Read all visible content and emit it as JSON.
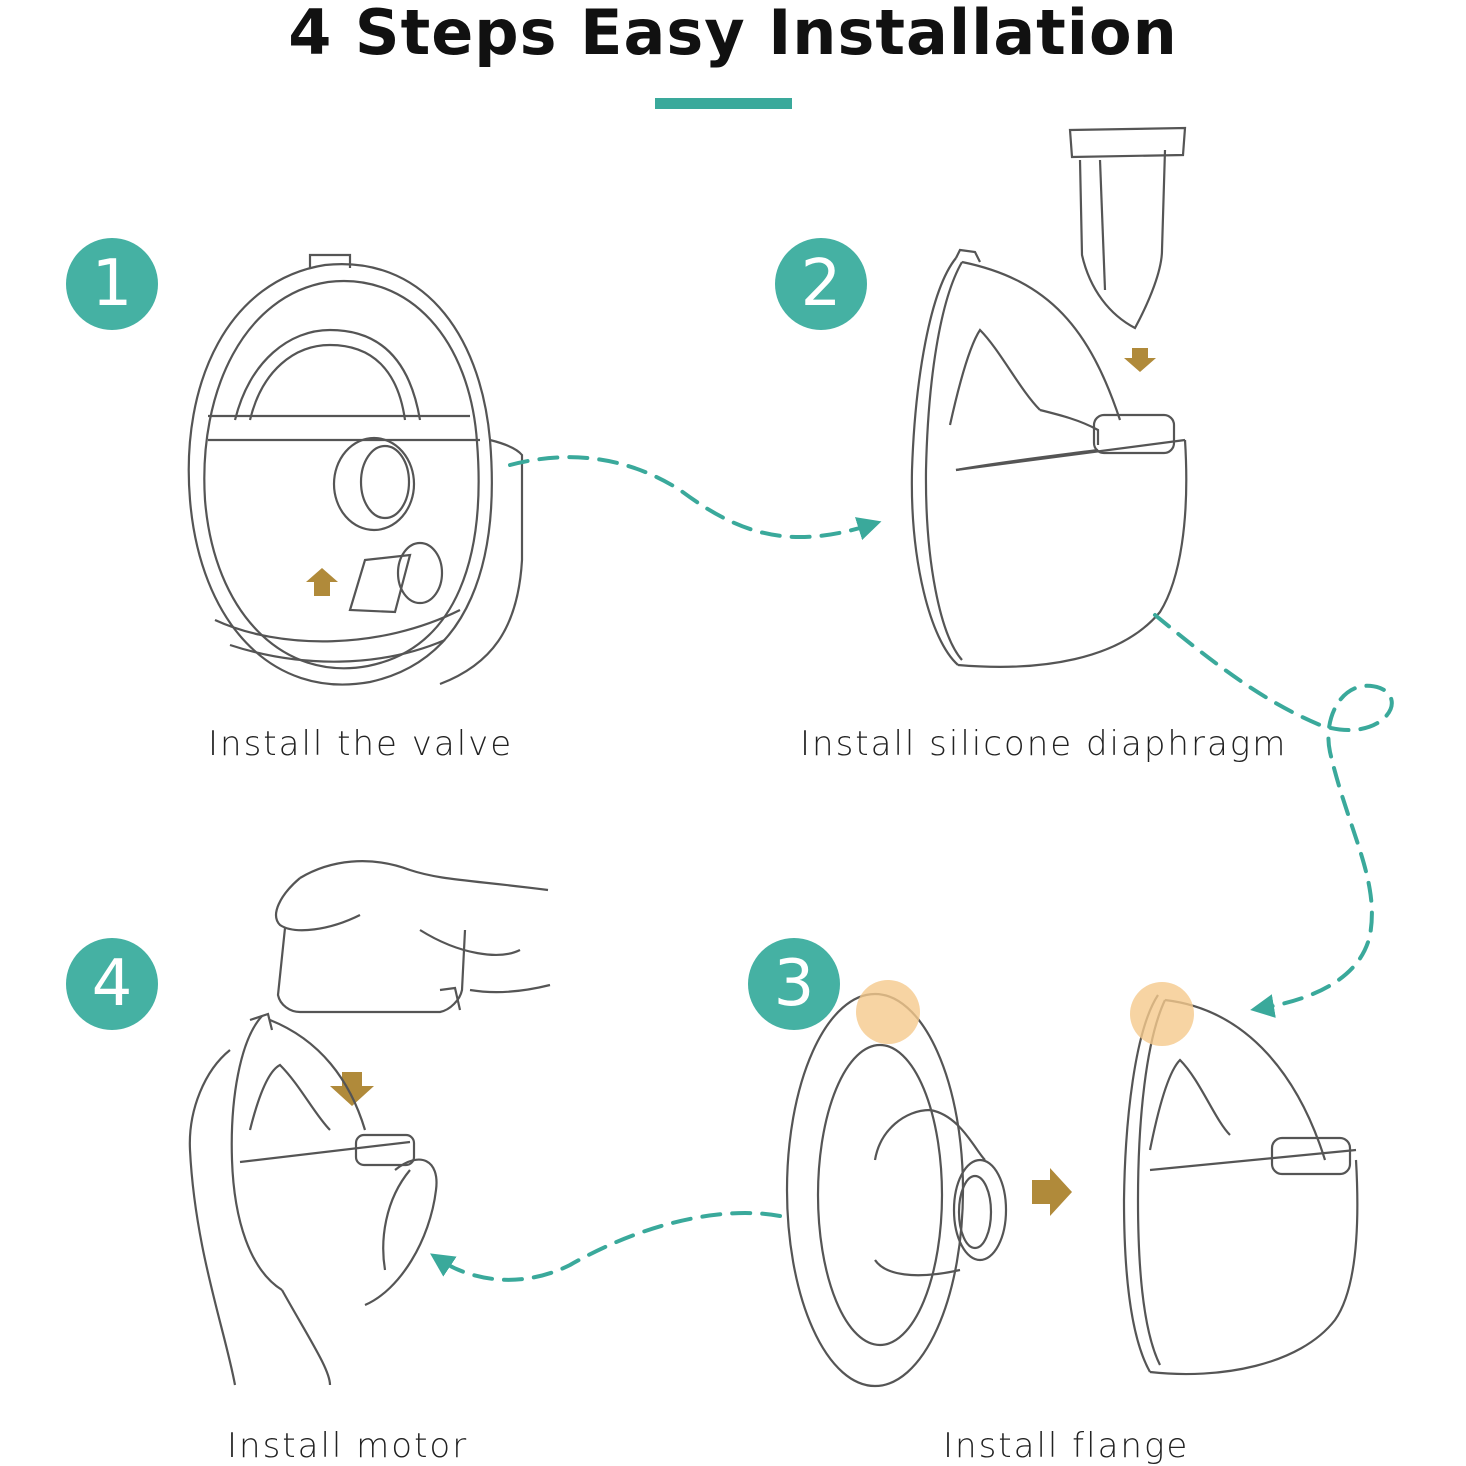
{
  "title": "4 Steps Easy Installation",
  "colors": {
    "accent": "#45b1a3",
    "arrow": "#b08a3a",
    "highlight": "#f5c98c",
    "line": "#555555"
  },
  "steps": [
    {
      "number": "1",
      "caption": "Install the valve"
    },
    {
      "number": "2",
      "caption": "Install silicone diaphragm"
    },
    {
      "number": "3",
      "caption": "Install flange"
    },
    {
      "number": "4",
      "caption": "Install motor"
    }
  ]
}
